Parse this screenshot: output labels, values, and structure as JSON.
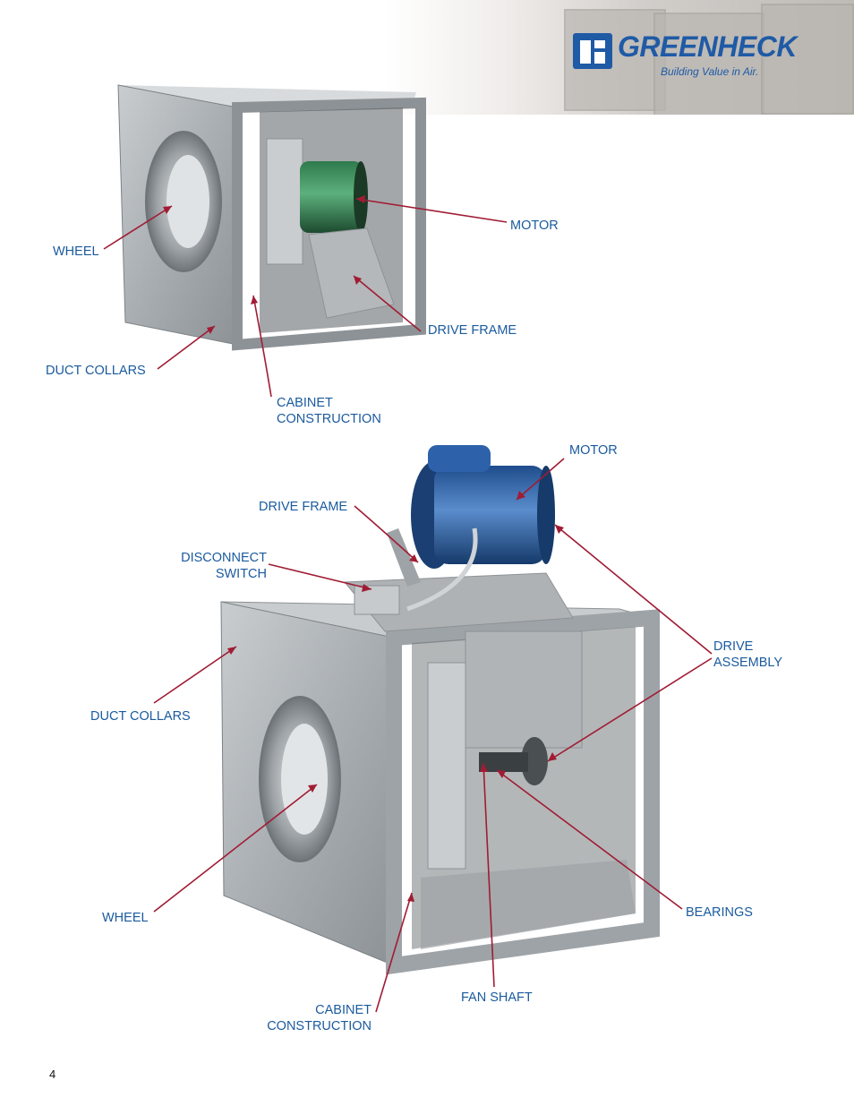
{
  "brand": {
    "name": "GREENHECK",
    "tagline": "Building Value in Air.",
    "accent_color": "#1f5aa5"
  },
  "callout_color": "#1a5a9e",
  "leader_color": "#a01c34",
  "figure1": {
    "labels": {
      "motor": "MOTOR",
      "wheel": "WHEEL",
      "drive_frame": "DRIVE FRAME",
      "duct_collars": "DUCT COLLARS",
      "cabinet_line1": "CABINET",
      "cabinet_line2": "CONSTRUCTION"
    }
  },
  "figure2": {
    "labels": {
      "motor": "MOTOR",
      "drive_frame": "DRIVE FRAME",
      "disconnect_line1": "DISCONNECT",
      "disconnect_line2": "SWITCH",
      "drive_assembly_line1": "DRIVE",
      "drive_assembly_line2": "ASSEMBLY",
      "duct_collars": "DUCT COLLARS",
      "wheel": "WHEEL",
      "bearings": "BEARINGS",
      "fan_shaft": "FAN SHAFT",
      "cabinet_line1": "CABINET",
      "cabinet_line2": "CONSTRUCTION"
    }
  },
  "page_number": "4"
}
